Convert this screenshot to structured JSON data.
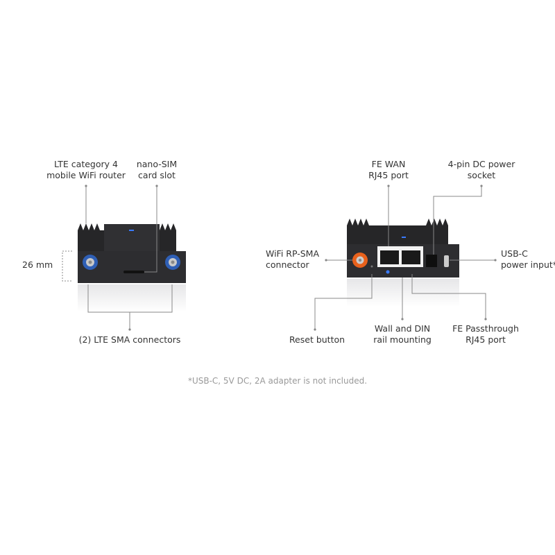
{
  "front_view": {
    "labels": {
      "router": [
        "LTE category 4",
        "mobile WiFi router"
      ],
      "sim": [
        "nano-SIM",
        "card slot"
      ],
      "height": "26 mm",
      "sma": "(2) LTE SMA connectors"
    }
  },
  "rear_view": {
    "labels": {
      "wan": [
        "FE WAN",
        "RJ45 port"
      ],
      "dc": [
        "4-pin DC power",
        "socket"
      ],
      "wifi": [
        "WiFi RP-SMA",
        "connector"
      ],
      "usbc": [
        "USB-C",
        "power input*"
      ],
      "reset": "Reset button",
      "mount": [
        "Wall and DIN",
        "rail mounting"
      ],
      "passthrough": [
        "FE Passthrough",
        "RJ45 port"
      ]
    }
  },
  "footnote": "*USB-C, 5V DC, 2A adapter is not included.",
  "colors": {
    "device": "#2b2b2d",
    "sma": "#2f5fb5",
    "wifi_connector": "#e8611c",
    "led": "#3a7bff",
    "leader": "#888888"
  }
}
